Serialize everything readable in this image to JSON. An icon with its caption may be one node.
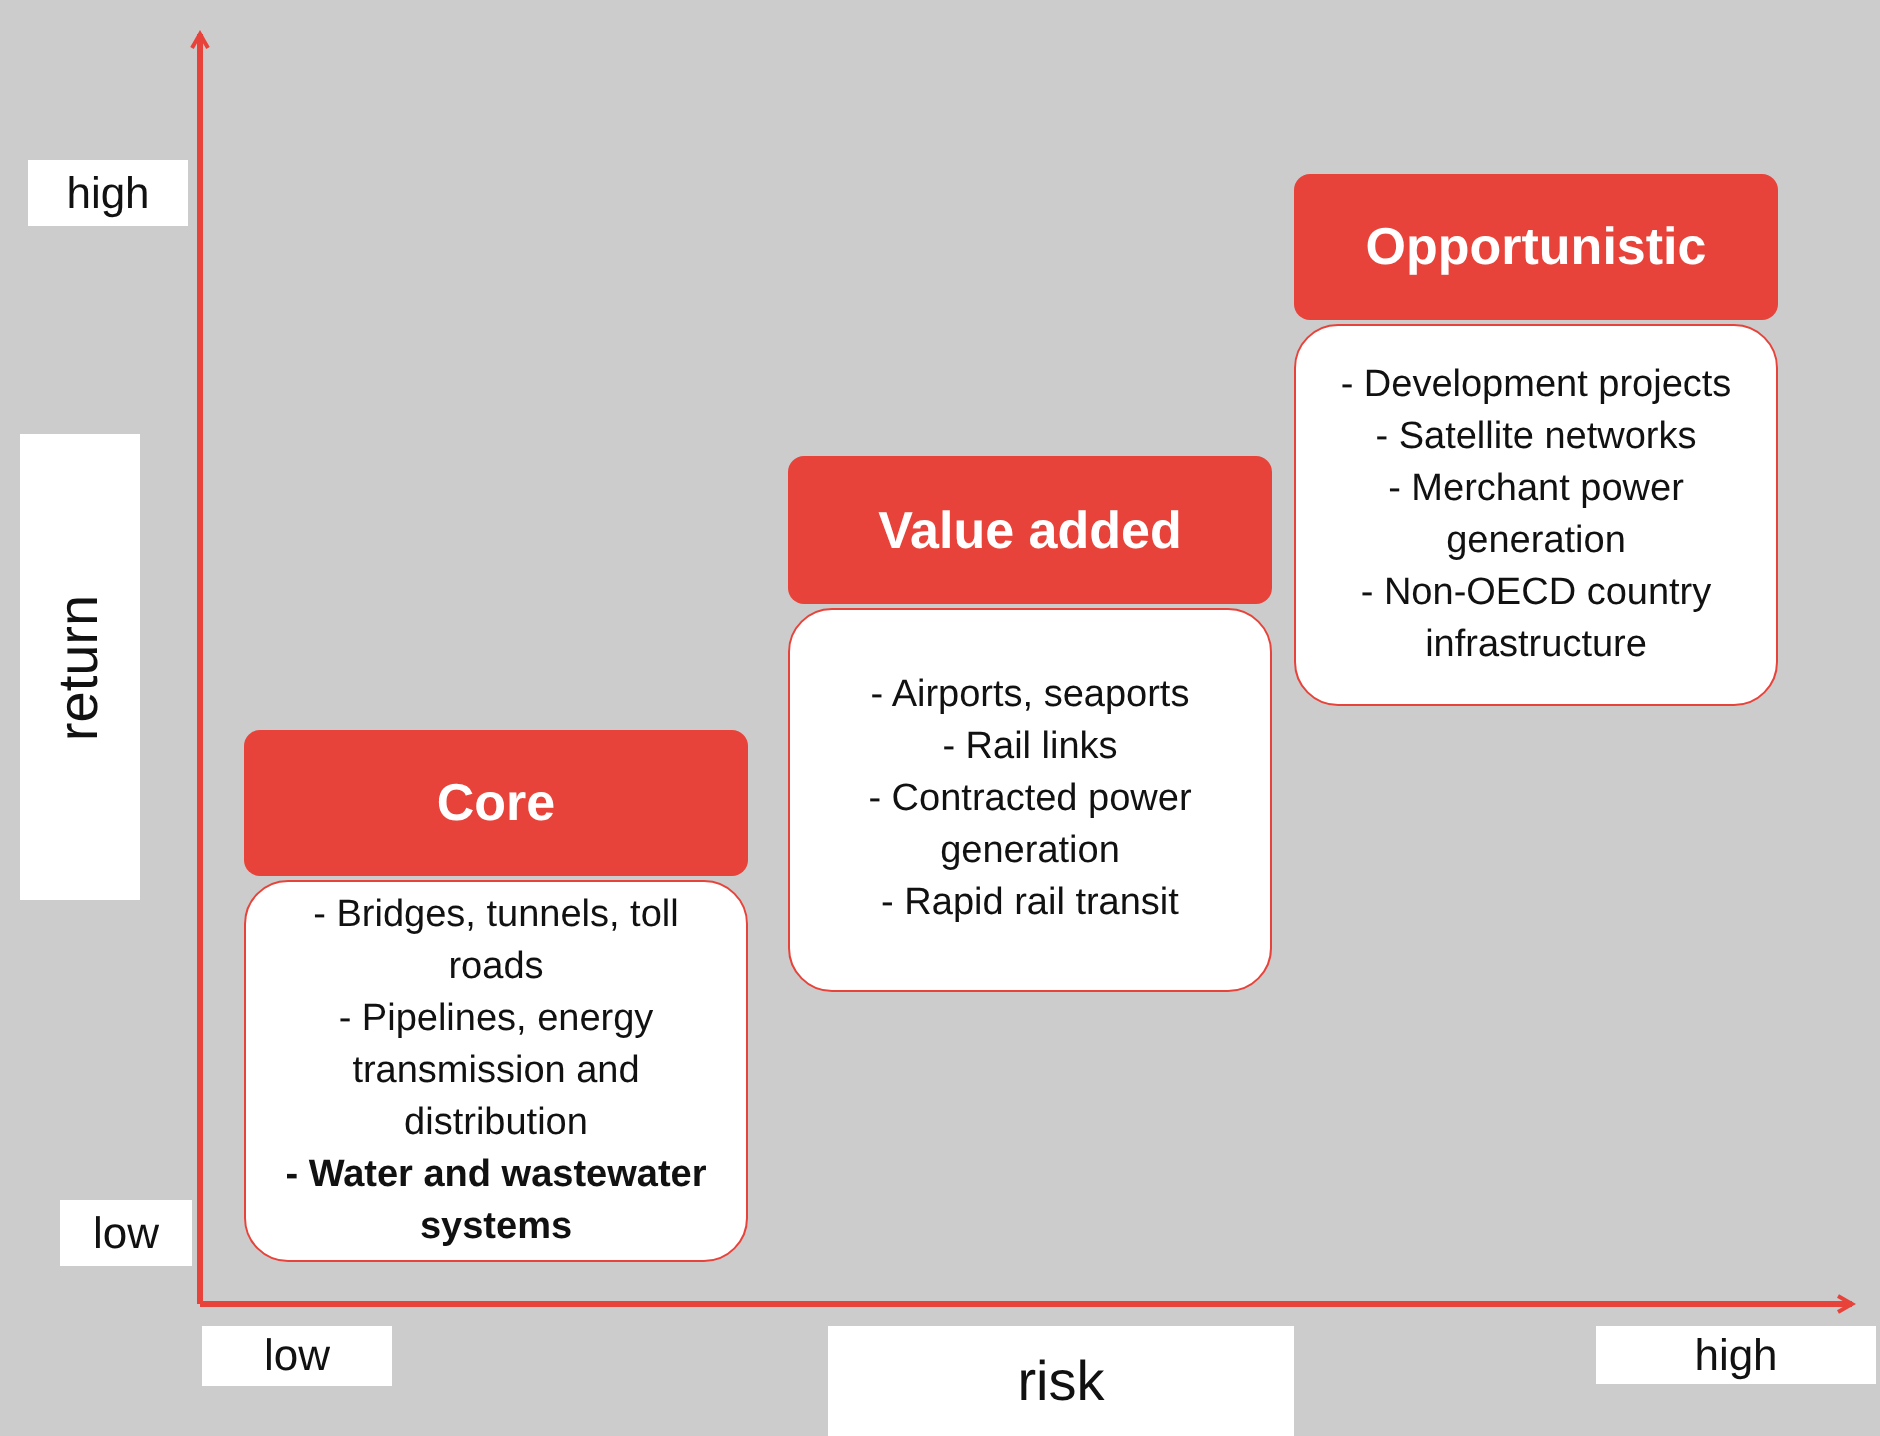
{
  "diagram": {
    "nodes": [
      {
        "text": [
          "Opportunistic"
        ]
      },
      {
        "text": [
          "- Development projects",
          "- Satellite networks",
          "- Merchant power generation",
          "- Non-OECD country infrastructure"
        ]
      },
      {
        "text": [
          "Value added"
        ]
      },
      {
        "text": [
          "- Airports, seaports",
          "- Rail links",
          "- Contracted power generation",
          "- Rapid rail transit"
        ]
      },
      {
        "text": [
          "Core"
        ]
      },
      {
        "text": [
          "- Bridges, tunnels, toll roads",
          "- Pipelines, energy transmission and distribution",
          "**- Water and wastewater systems**"
        ]
      }
    ],
    "edges": [],
    "labels": [
      "high",
      "return",
      "low",
      "low",
      "risk",
      "high"
    ]
  }
}
